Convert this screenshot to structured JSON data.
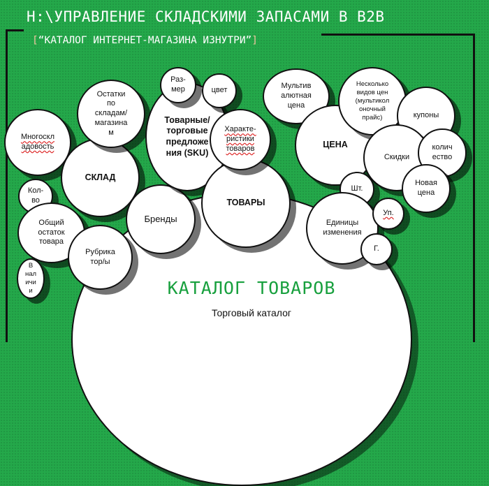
{
  "header": {
    "title": "Н:\\УПРАВЛЕНИЕ СКЛАДСКИМИ ЗАПАСАМИ В B2B",
    "subtitle_open": "[",
    "subtitle": "“КАТАЛОГ ИНТЕРНЕТ-МАГАЗИНА ИЗНУТРИ”",
    "subtitle_close": "]"
  },
  "catalog": {
    "title": "КАТАЛОГ ТОВАРОВ",
    "subtitle": "Торговый каталог"
  },
  "bubbles": {
    "warehouse": "СКЛАД",
    "multi_warehouse": "Многоскл\nадовость",
    "stock_by_warehouse": "Остатки\nпо\nскладам/\nмагазина\nм",
    "quantity": "Кол-\nво",
    "total_stock": "Общий\nостаток\nтовара",
    "in_stock": "В\nнал\nичи\nи",
    "category": "Рубрика\nтор/ы",
    "brands": "Бренды",
    "goods": "ТОВАРЫ",
    "sku": "Товарные/\nторговые\nпредложе\nния (SKU)",
    "size": "Раз-\nмер",
    "color": "цвет",
    "characteristics": "Характе-\nристики\nтоваров",
    "price": "ЦЕНА",
    "multicurrency": "Мультив\nалютная\nцена",
    "several_prices": "Несколько\nвидов цен\n(мультикол\nоночный\nпрайс)",
    "coupons": "купоны",
    "discounts": "Скидки",
    "quantity_discount": "колич\nество",
    "new_price": "Новая\nцена",
    "units": "Единицы\nизменения",
    "pcs": "Шт.",
    "pack": "Уп.",
    "gram": "Г."
  }
}
